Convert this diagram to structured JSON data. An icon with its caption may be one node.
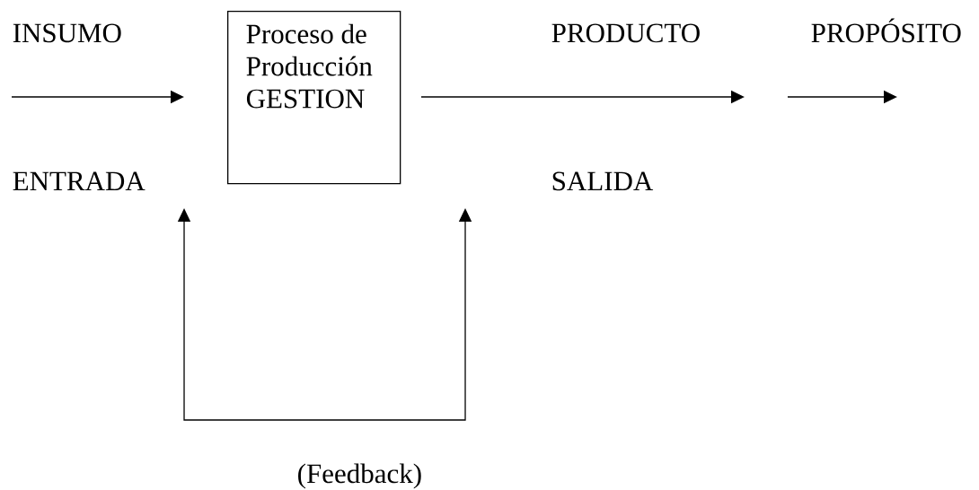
{
  "diagram": {
    "nodes": [
      {
        "text": [
          "Proceso de Producción GESTION"
        ]
      }
    ],
    "labels": [
      "INSUMO",
      "PRODUCTO",
      "PROPÓSITO",
      "ENTRADA",
      "SALIDA",
      "(Feedback)"
    ]
  }
}
